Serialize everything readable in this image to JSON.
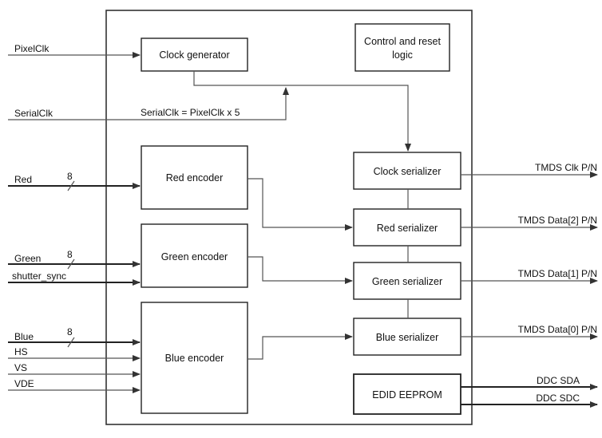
{
  "blocks": {
    "clock_generator": "Clock generator",
    "control_reset_line1": "Control and reset",
    "control_reset_line2": "logic",
    "red_encoder": "Red encoder",
    "green_encoder": "Green encoder",
    "blue_encoder": "Blue encoder",
    "clock_serializer": "Clock serializer",
    "red_serializer": "Red serializer",
    "green_serializer": "Green serializer",
    "blue_serializer": "Blue serializer",
    "edid_eeprom": "EDID EEPROM"
  },
  "inputs": {
    "pixelclk": "PixelClk",
    "serialclk": "SerialClk",
    "serialclk_note": "SerialClk = PixelClk x 5",
    "red": "Red",
    "green": "Green",
    "shutter_sync": "shutter_sync",
    "blue": "Blue",
    "hs": "HS",
    "vs": "VS",
    "vde": "VDE",
    "bus_width_red": "8",
    "bus_width_green": "8",
    "bus_width_blue": "8"
  },
  "outputs": {
    "tmds_clk": "TMDS Clk P/N",
    "tmds_data2": "TMDS Data[2] P/N",
    "tmds_data1": "TMDS Data[1] P/N",
    "tmds_data0": "TMDS Data[0] P/N",
    "ddc_sda": "DDC SDA",
    "ddc_sdc": "DDC SDC"
  }
}
